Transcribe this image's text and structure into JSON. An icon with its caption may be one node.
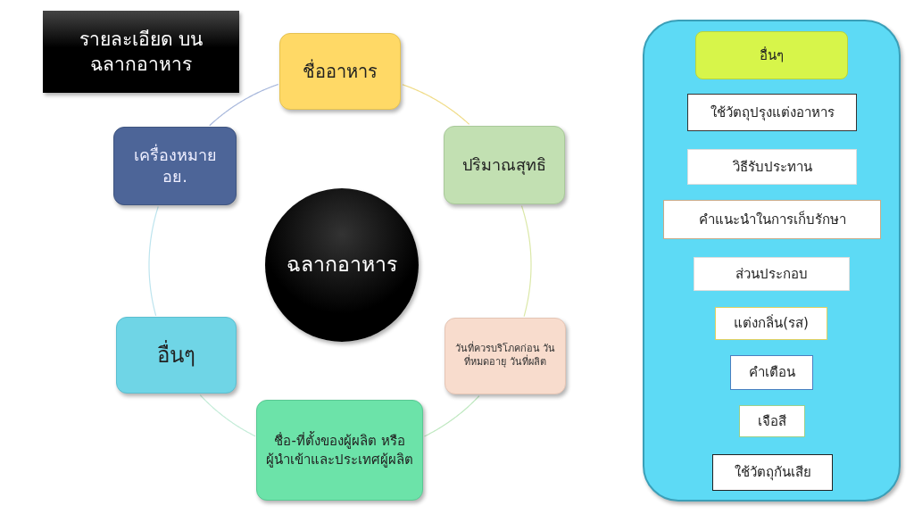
{
  "diagram": {
    "nodes": [
      {
        "text": [
          "รายละเอียด บนฉลากอาหาร"
        ]
      },
      {
        "text": [
          "ชื่ออาหาร"
        ]
      },
      {
        "text": [
          "เครื่องหมาย อย."
        ]
      },
      {
        "text": [
          "ปริมาณสุทธิ"
        ]
      },
      {
        "text": [
          "ฉลากอาหาร"
        ]
      },
      {
        "text": [
          "อื่นๆ"
        ]
      },
      {
        "text": [
          "วันที่ควรบริโภคก่อน วันที่หมดอายุ วันที่ผลิต"
        ]
      },
      {
        "text": [
          "ชื่อ-ที่ตั้งของผู้ผลิต หรือ ผู้นำเข้าและประเทศผู้ผลิต"
        ]
      },
      {
        "text": [],
        "shape": "box"
      },
      {
        "text": [
          "อื่นๆ"
        ],
        "in": 8
      },
      {
        "text": [
          "ใช้วัตถุปรุงแต่งอาหาร"
        ],
        "in": 8
      },
      {
        "text": [
          "วิธีรับประทาน"
        ],
        "in": 8
      },
      {
        "text": [
          "คำแนะนำในการเก็บรักษา"
        ],
        "in": 8
      },
      {
        "text": [
          "ส่วนประกอบ"
        ],
        "in": 8
      },
      {
        "text": [
          "แต่งกลิ่น(รส)"
        ],
        "in": 8
      },
      {
        "text": [
          "คำเตือน"
        ],
        "in": 8
      },
      {
        "text": [
          "เจือสี"
        ],
        "in": 8
      },
      {
        "text": [
          "ใช้วัตถุกันเสีย"
        ],
        "in": 8
      }
    ],
    "edges": [
      {
        "from": 1,
        "to": 3,
        "arrow": "none",
        "color": "#f0dc88"
      },
      {
        "from": 3,
        "to": 6,
        "arrow": "none",
        "color": "#dbe8a8"
      },
      {
        "from": 6,
        "to": 7,
        "arrow": "none",
        "color": "#bfe8c0"
      },
      {
        "from": 7,
        "to": 5,
        "arrow": "none",
        "color": "#c4ecd8"
      },
      {
        "from": 5,
        "to": 2,
        "arrow": "none",
        "color": "#bde4ee"
      },
      {
        "from": 2,
        "to": 1,
        "arrow": "none",
        "color": "#a8b8dc"
      }
    ]
  }
}
